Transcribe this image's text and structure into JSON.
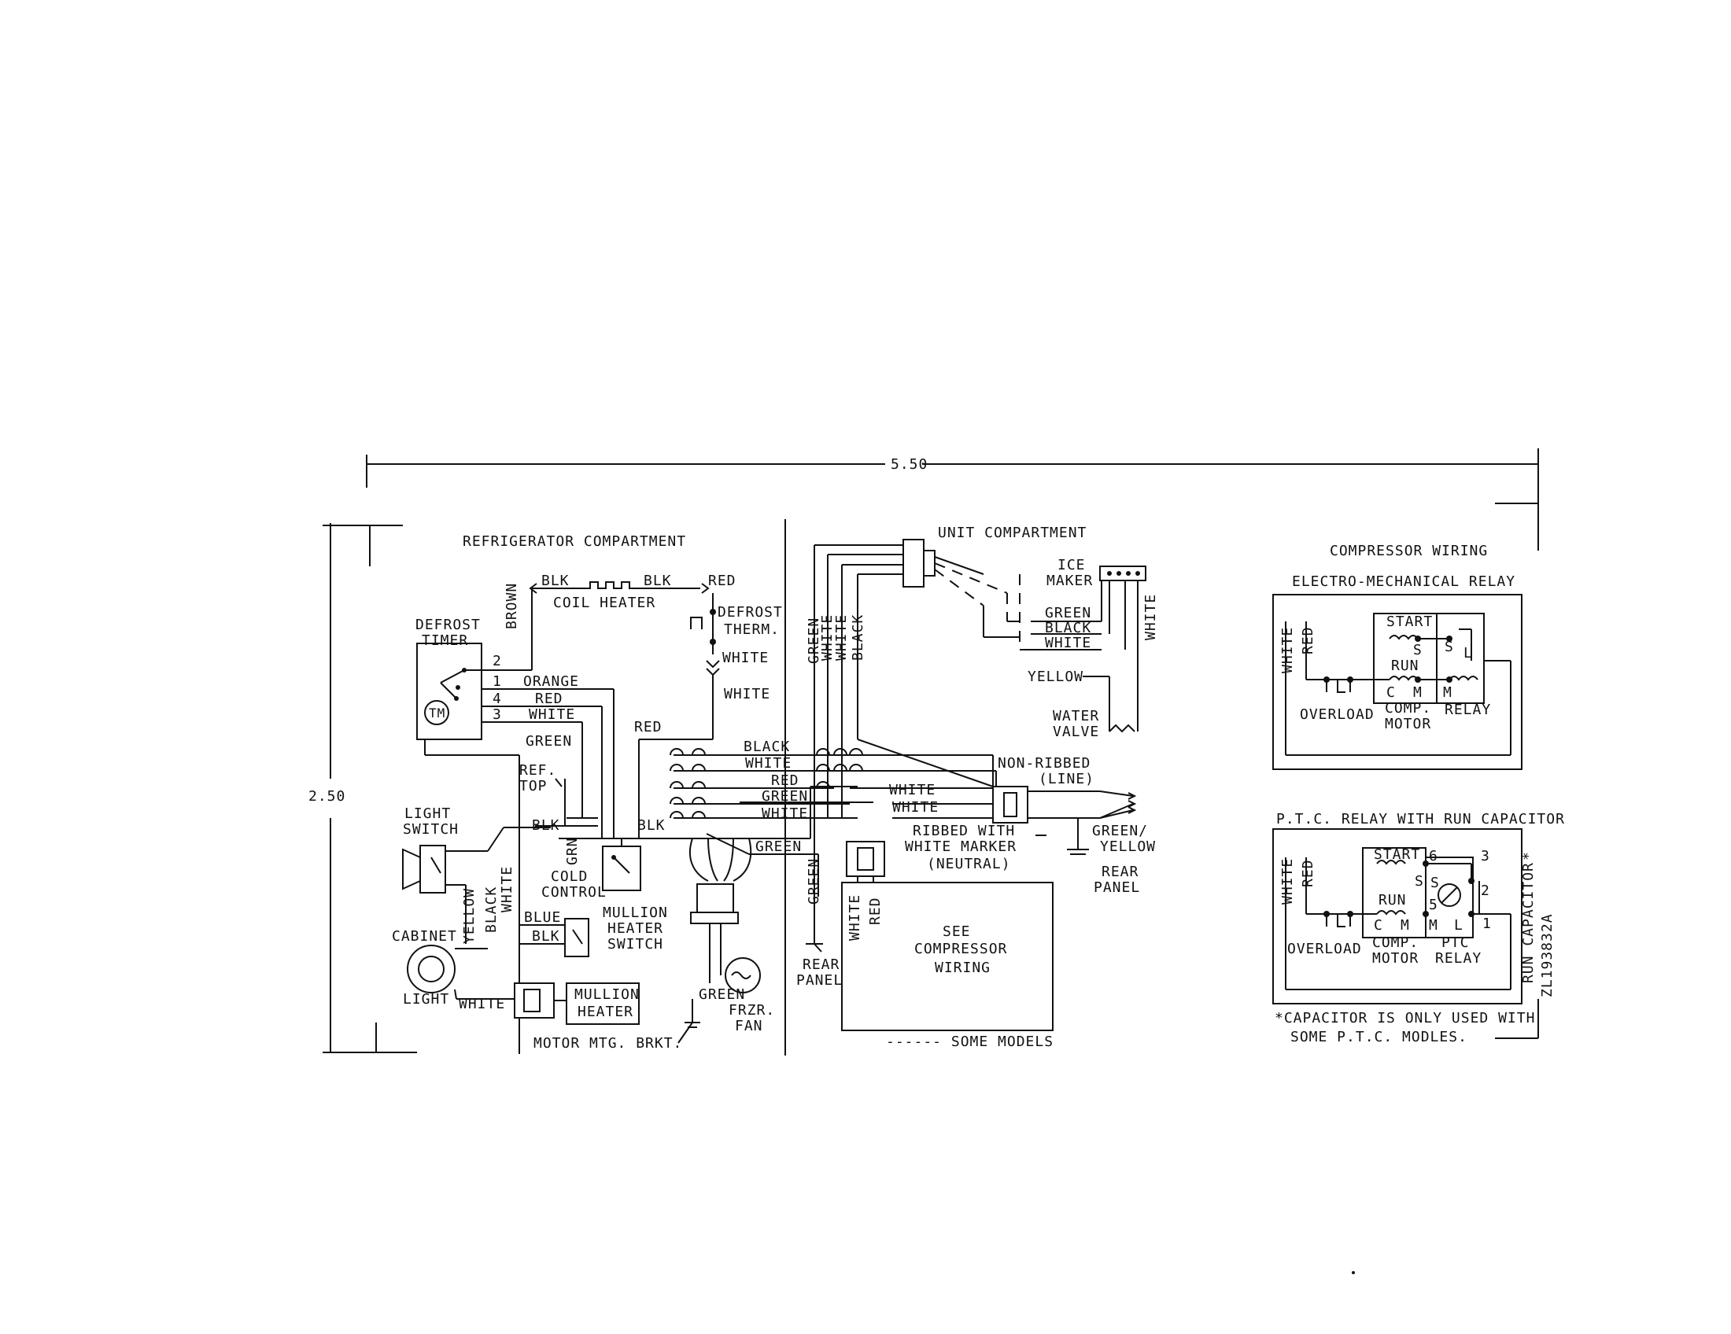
{
  "dims": {
    "width": "5.50",
    "height": "2.50"
  },
  "titles": {
    "refrigerator": "REFRIGERATOR COMPARTMENT",
    "unit": "UNIT COMPARTMENT",
    "compressor": "COMPRESSOR WIRING",
    "electro": "ELECTRO-MECHANICAL RELAY",
    "ptc": "P.T.C. RELAY WITH RUN CAPACITOR"
  },
  "components": {
    "defrost_timer": [
      "DEFROST",
      "TIMER"
    ],
    "tm": "TM",
    "coil_heater": "COIL HEATER",
    "defrost_therm": [
      "DEFROST",
      "THERM."
    ],
    "ref_top": [
      "REF.",
      "TOP"
    ],
    "cold_control": [
      "COLD",
      "CONTROL"
    ],
    "mullion_switch": [
      "MULLION",
      "HEATER",
      "SWITCH"
    ],
    "light_switch": [
      "LIGHT",
      "SWITCH"
    ],
    "cabinet_light": [
      "CABINET",
      "LIGHT"
    ],
    "mullion_heater": [
      "MULLION",
      "HEATER"
    ],
    "motor_brkt": "MOTOR MTG. BRKT.",
    "frzr_fan": [
      "FRZR.",
      "FAN"
    ],
    "rear_panel_a": [
      "REAR",
      "PANEL"
    ],
    "rear_panel_b": [
      "REAR",
      "PANEL"
    ],
    "see_compressor": [
      "SEE",
      "COMPRESSOR",
      "WIRING"
    ],
    "some_models": "------ SOME MODELS",
    "ice_maker": [
      "ICE",
      "MAKER"
    ],
    "water_valve": [
      "WATER",
      "VALVE"
    ],
    "non_ribbed": [
      "NON-RIBBED",
      "(LINE)"
    ],
    "ribbed": [
      "RIBBED WITH",
      "WHITE MARKER",
      "(NEUTRAL)"
    ],
    "green_yellow": [
      "GREEN/",
      "YELLOW"
    ],
    "overload": "OVERLOAD",
    "comp_motor": [
      "COMP.",
      "MOTOR"
    ],
    "relay": "RELAY",
    "ptc_relay": [
      "PTC",
      "RELAY"
    ],
    "start": "START",
    "run": "RUN",
    "run_capacitor": "RUN CAPACITOR",
    "part_number": "ZL193832A",
    "footnote": [
      "*CAPACITOR IS ONLY USED WITH",
      "SOME P.T.C. MODLES."
    ]
  },
  "terminals": {
    "s": "S",
    "c": "C",
    "m": "M",
    "l": "L",
    "n1": "1",
    "n2": "2",
    "n3": "3",
    "n4": "4",
    "n5": "5",
    "n6": "6",
    "star": "*"
  },
  "wires": {
    "blk": "BLK",
    "red": "RED",
    "brown": "BROWN",
    "white": "WHITE",
    "orange": "ORANGE",
    "green": "GREEN",
    "black": "BLACK",
    "grn": "GRN",
    "blue": "BLUE",
    "yellow": "YELLOW"
  }
}
